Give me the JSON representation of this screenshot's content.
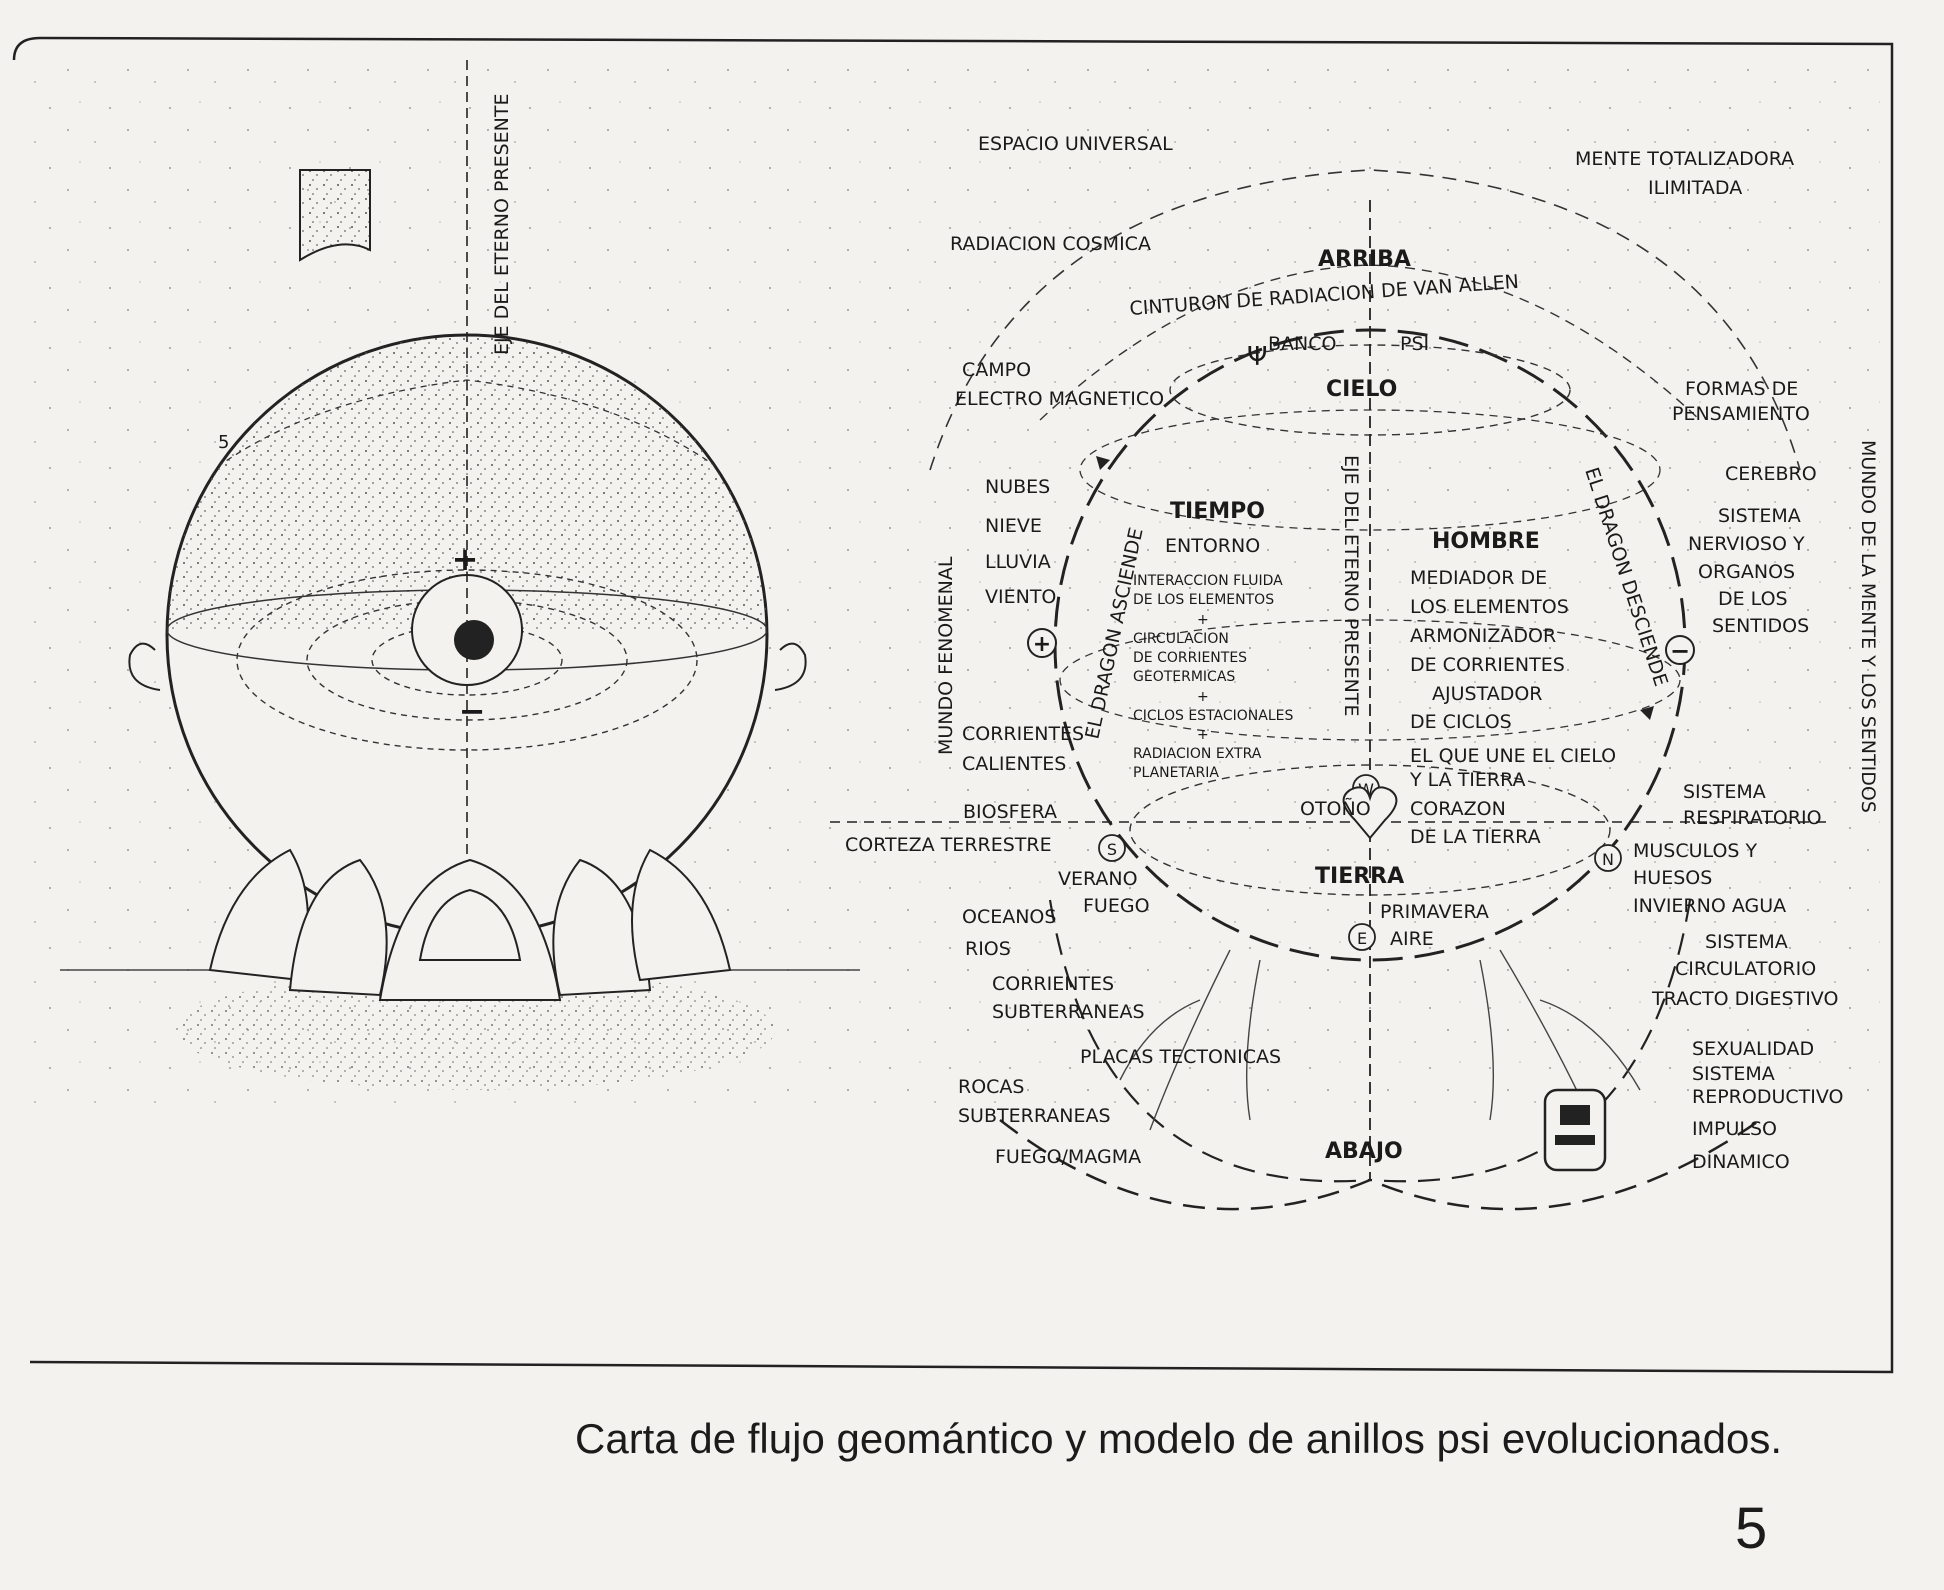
{
  "left_globe": {
    "axis_label": "EJE DEL ETERNO PRESENTE",
    "plus": "+",
    "minus": "−",
    "ring_number": "5"
  },
  "upper_labels": {
    "espacio": "ESPACIO UNIVERSAL",
    "radiacion": "RADIACION COSMICA",
    "mente": [
      "MENTE TOTALIZADORA",
      "ILIMITADA"
    ],
    "arriba": "ARRIBA",
    "cinturon": "CINTURON DE RADIACION DE VAN ALLEN",
    "psi": "Ψ",
    "banco": "BANCO",
    "psi_word": "PSI",
    "cielo": "CIELO",
    "campo": [
      "CAMPO",
      "ELECTRO MAGNETICO"
    ],
    "formas": [
      "FORMAS DE",
      "PENSAMIENTO"
    ]
  },
  "left_column": {
    "mundo_fenomenal": "MUNDO    FENOMENAL",
    "items": [
      "NUBES",
      "NIEVE",
      "LLUVIA",
      "VIENTO"
    ],
    "corrientes": [
      "CORRIENTES",
      "CALIENTES"
    ],
    "biosfera": "BIOSFERA",
    "corteza": "CORTEZA TERRESTRE",
    "plus": "+"
  },
  "right_column": {
    "mundo_mente": "MUNDO DE LA MENTE Y LOS SENTIDOS",
    "cerebro": "CEREBRO",
    "sistema_nervioso": [
      "SISTEMA",
      "NERVIOSO Y",
      "ORGANOS",
      "DE LOS",
      "SENTIDOS"
    ],
    "minus": "−",
    "respiratorio": [
      "SISTEMA",
      "RESPIRATORIO"
    ],
    "musculos": [
      "MUSCULOS Y",
      "HUESOS"
    ],
    "invierno": "INVIERNO AGUA",
    "circulatorio": [
      "SISTEMA",
      "CIRCULATORIO"
    ],
    "digestivo": "TRACTO DIGESTIVO",
    "sexualidad": "SEXUALIDAD",
    "reproductivo": [
      "SISTEMA",
      "REPRODUCTIVO"
    ],
    "impulso": [
      "IMPULSO",
      "DINAMICO"
    ]
  },
  "inner_circle": {
    "dragon_asciende": "EL DRAGON ASCIENDE",
    "dragon_desciende": "EL DRAGON DESCIENDE",
    "eje": "EJE DEL ETERNO PRESENTE",
    "tiempo": "TIEMPO",
    "entorno": "ENTORNO",
    "interaccion": [
      "INTERACCION FLUIDA",
      "DE LOS ELEMENTOS"
    ],
    "plus_sign": "+",
    "circulacion": [
      "CIRCULACION",
      "DE CORRIENTES",
      "GEOTERMICAS"
    ],
    "ciclos": "CICLOS ESTACIONALES",
    "radiacion_extra": [
      "RADIACION EXTRA",
      "PLANETARIA"
    ],
    "hombre": "HOMBRE",
    "mediador": [
      "MEDIADOR DE",
      "LOS ELEMENTOS",
      "ARMONIZADOR",
      "DE CORRIENTES",
      "AJUSTADOR",
      "DE CICLOS"
    ],
    "el_que_une": [
      "EL QUE UNE EL CIELO",
      "Y LA TIERRA"
    ],
    "otono": "OTOÑO",
    "corazon": [
      "CORAZON",
      "DE LA TIERRA"
    ],
    "tierra": "TIERRA",
    "w": "W",
    "s": "S",
    "n": "N",
    "e": "E"
  },
  "lower_labels": {
    "verano": "VERANO",
    "fuego": "FUEGO",
    "oceanos": "OCEANOS",
    "rios": "RIOS",
    "primavera": "PRIMAVERA",
    "aire": "AIRE",
    "corrientes_sub": [
      "CORRIENTES",
      "SUBTERRANEAS"
    ],
    "placas": "PLACAS TECTONICAS",
    "rocas": [
      "ROCAS",
      "SUBTERRANEAS"
    ],
    "magma": "FUEGO/MAGMA",
    "abajo": "ABAJO"
  },
  "caption": "Carta de flujo geomántico y modelo de anillos  psi evolucionados.",
  "page_number": "5"
}
